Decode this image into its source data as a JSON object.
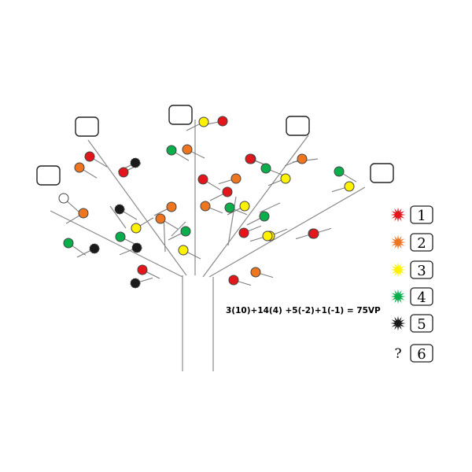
{
  "formula": "3(10)+14(4) +5(-2)+1(-1) = 75VP",
  "colors": {
    "red": "#e3161b",
    "orange": "#ee7621",
    "yellow": "#fff200",
    "green": "#0aae4b",
    "black": "#1a1a1a",
    "white": "#ffffff"
  },
  "legend": [
    {
      "symbol": "starburst",
      "color": "red",
      "label": "1"
    },
    {
      "symbol": "starburst",
      "color": "orange",
      "label": "2"
    },
    {
      "symbol": "starburst",
      "color": "yellow",
      "label": "3"
    },
    {
      "symbol": "starburst",
      "color": "green",
      "label": "4"
    },
    {
      "symbol": "starburst",
      "color": "black",
      "label": "5"
    },
    {
      "symbol": "?",
      "color": "black",
      "label": "6"
    }
  ],
  "badges": [
    {
      "label": ""
    },
    {
      "label": ""
    },
    {
      "label": ""
    },
    {
      "label": ""
    },
    {
      "label": ""
    }
  ],
  "fruits": [
    "red",
    "black",
    "orange",
    "red",
    "white",
    "orange",
    "green",
    "black",
    "orange",
    "black",
    "yellow",
    "green",
    "black",
    "red",
    "black",
    "green",
    "orange",
    "orange",
    "red",
    "green",
    "orange",
    "yellow",
    "yellow",
    "red",
    "green",
    "red",
    "yellow",
    "orange",
    "red",
    "green",
    "yellow",
    "orange",
    "red",
    "green",
    "yellow",
    "orange",
    "red",
    "orange",
    "yellow",
    "green",
    "red",
    "yellow",
    "red"
  ]
}
